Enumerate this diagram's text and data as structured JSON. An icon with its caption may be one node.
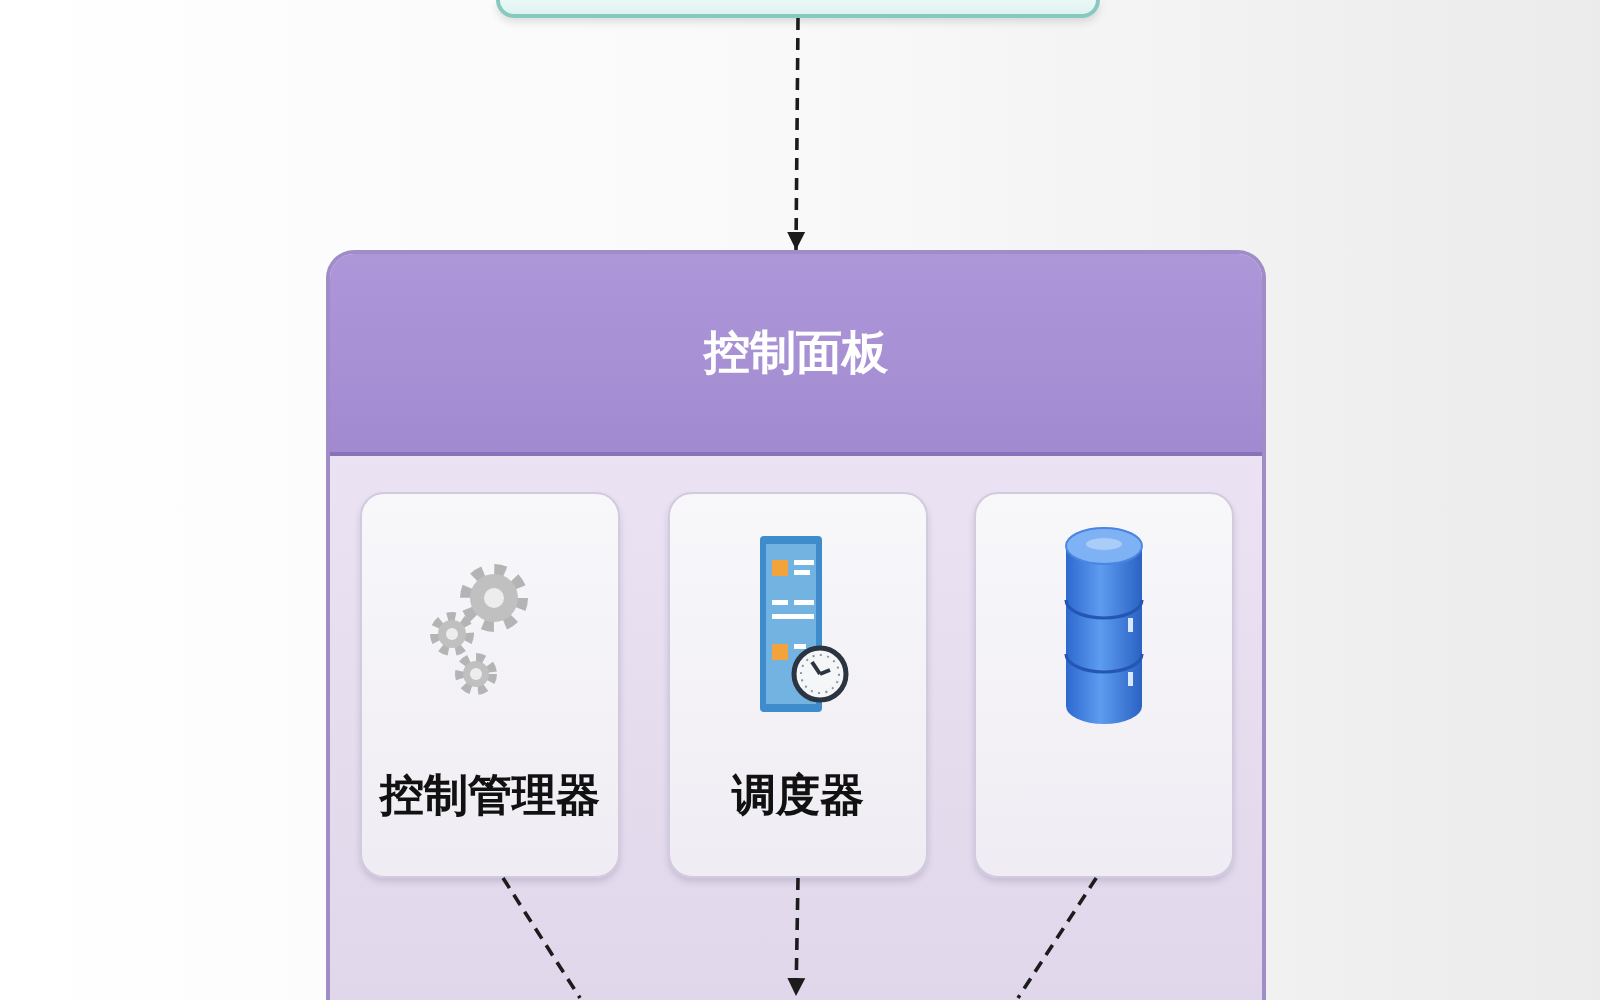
{
  "diagram": {
    "nodes": [
      {
        "text": [],
        "shape": "box"
      },
      {
        "text": [
          "控制面板"
        ]
      },
      {
        "text": [
          "控制管理器"
        ],
        "in": 1
      },
      {
        "text": [
          "调度器"
        ],
        "in": 1
      },
      {
        "text": [],
        "shape": "box",
        "in": 1
      }
    ],
    "edges": [
      {
        "from": 0,
        "to": 1,
        "arrow": "to",
        "style": "dashed"
      },
      {
        "from": 2,
        "to": null,
        "arrow": "none",
        "style": "dashed"
      },
      {
        "from": 3,
        "to": null,
        "arrow": "to",
        "style": "dashed"
      },
      {
        "from": 4,
        "to": null,
        "arrow": "none",
        "style": "dashed"
      }
    ]
  }
}
